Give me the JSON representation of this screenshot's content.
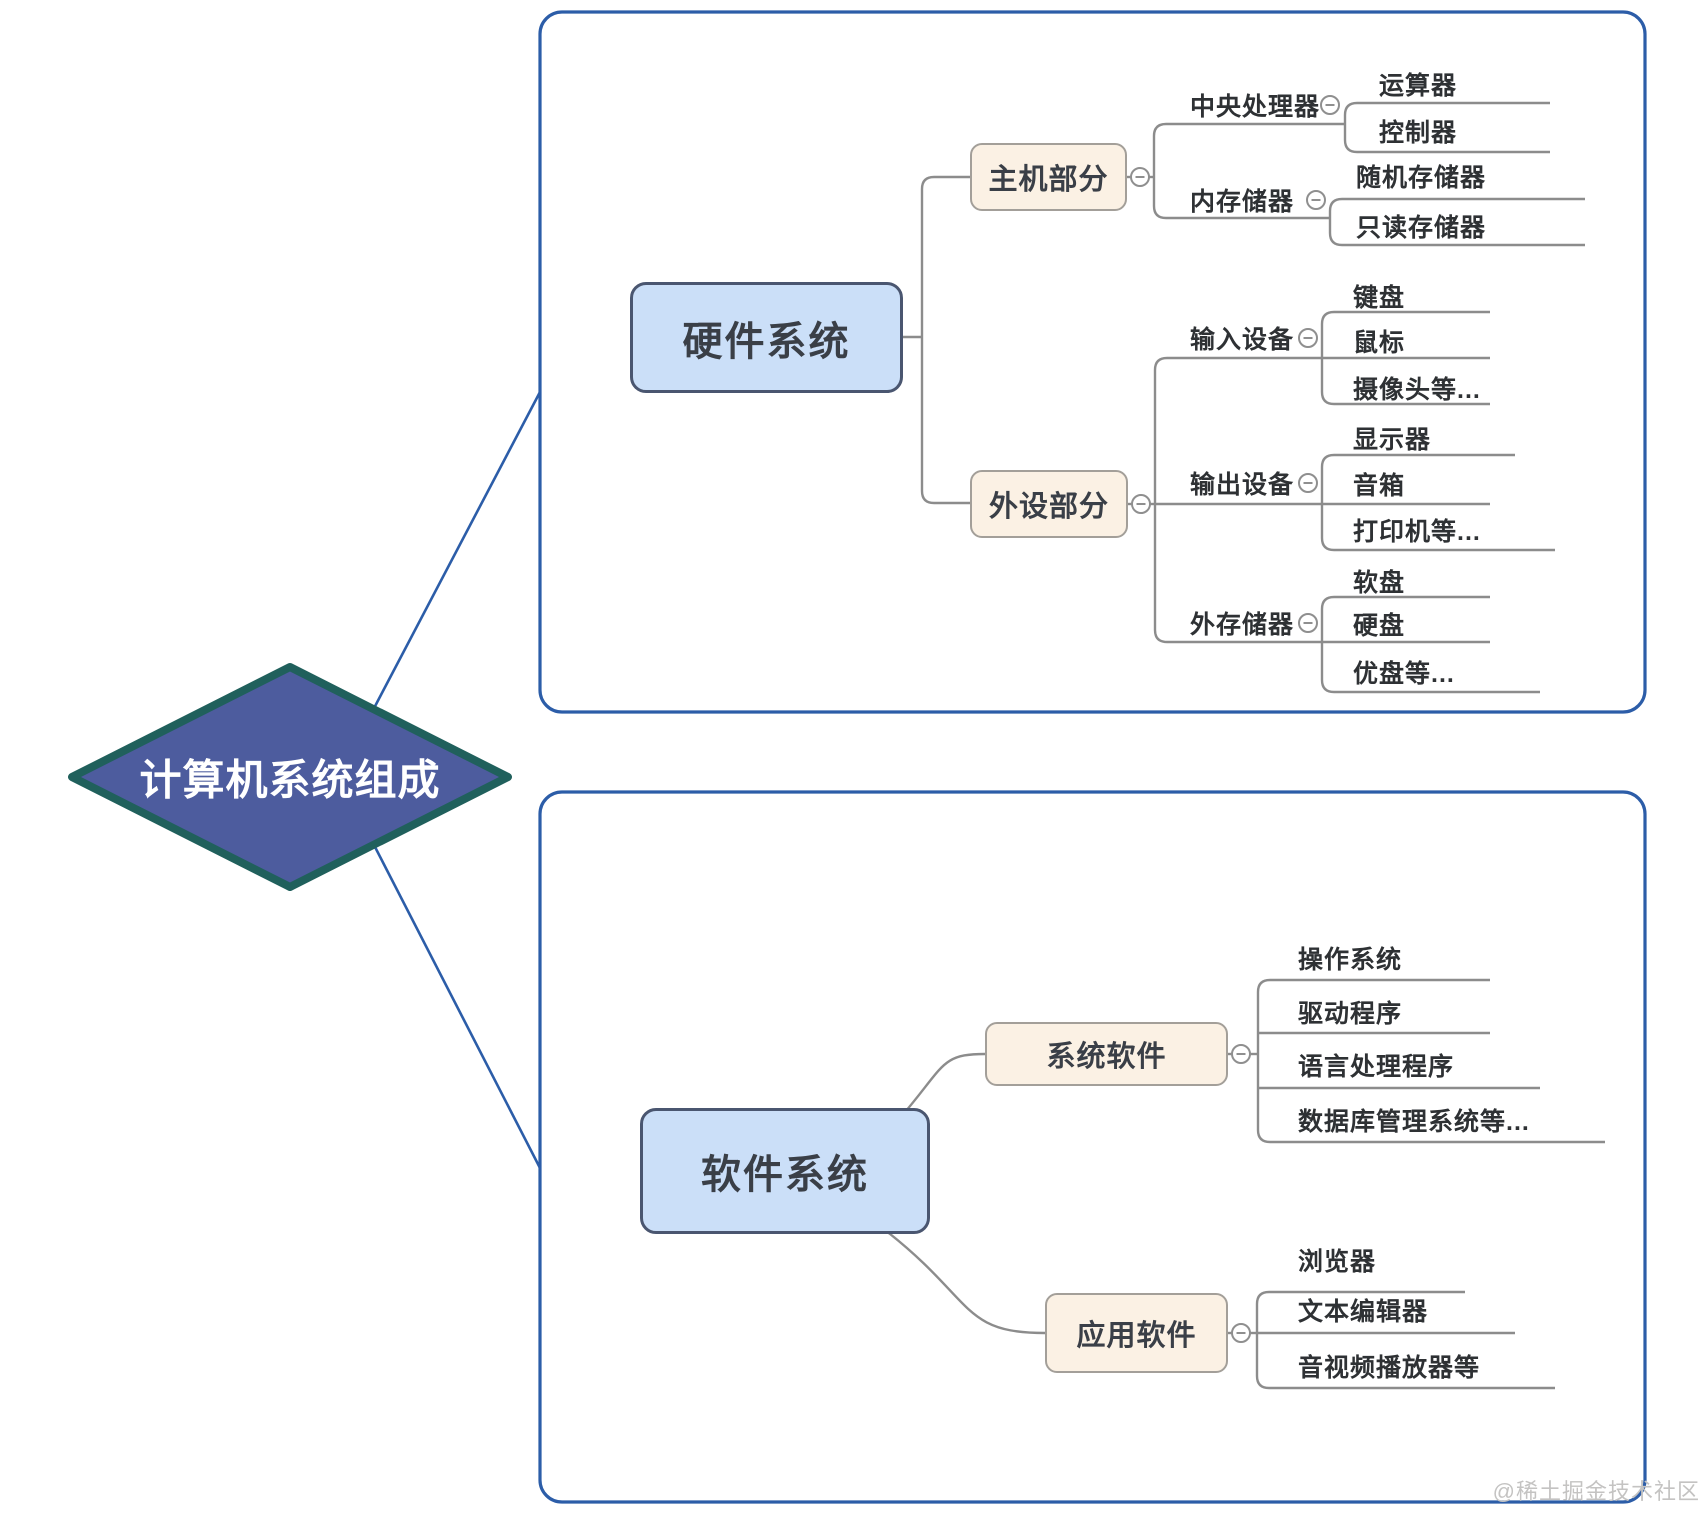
{
  "watermark": "@稀土掘金技术社区",
  "tree": {
    "label": "计算机系统组成",
    "children": [
      {
        "label": "硬件系统",
        "children": [
          {
            "label": "主机部分",
            "children": [
              {
                "label": "中央处理器",
                "children": [
                  {
                    "label": "运算器"
                  },
                  {
                    "label": "控制器"
                  }
                ]
              },
              {
                "label": "内存储器",
                "children": [
                  {
                    "label": "随机存储器"
                  },
                  {
                    "label": "只读存储器"
                  }
                ]
              }
            ]
          },
          {
            "label": "外设部分",
            "children": [
              {
                "label": "输入设备",
                "children": [
                  {
                    "label": "键盘"
                  },
                  {
                    "label": "鼠标"
                  },
                  {
                    "label": "摄像头等..."
                  }
                ]
              },
              {
                "label": "输出设备",
                "children": [
                  {
                    "label": "显示器"
                  },
                  {
                    "label": "音箱"
                  },
                  {
                    "label": "打印机等..."
                  }
                ]
              },
              {
                "label": "外存储器",
                "children": [
                  {
                    "label": "软盘"
                  },
                  {
                    "label": "硬盘"
                  },
                  {
                    "label": "优盘等..."
                  }
                ]
              }
            ]
          }
        ]
      },
      {
        "label": "软件系统",
        "children": [
          {
            "label": "系统软件",
            "children": [
              {
                "label": "操作系统"
              },
              {
                "label": "驱动程序"
              },
              {
                "label": "语言处理程序"
              },
              {
                "label": "数据库管理系统等..."
              }
            ]
          },
          {
            "label": "应用软件",
            "children": [
              {
                "label": "浏览器"
              },
              {
                "label": "文本编辑器"
              },
              {
                "label": "音视频播放器等"
              }
            ]
          }
        ]
      }
    ]
  },
  "colors": {
    "frame_border": "#2C5DA8",
    "root_fill": "#4D5C9E",
    "root_border": "#20605C",
    "main_fill": "#CBDFF8",
    "main_border": "#4A5670",
    "sub_fill": "#FBF1E4",
    "sub_border": "#A39F99",
    "connector": "#8C8C8C",
    "text": "#2E3134"
  }
}
